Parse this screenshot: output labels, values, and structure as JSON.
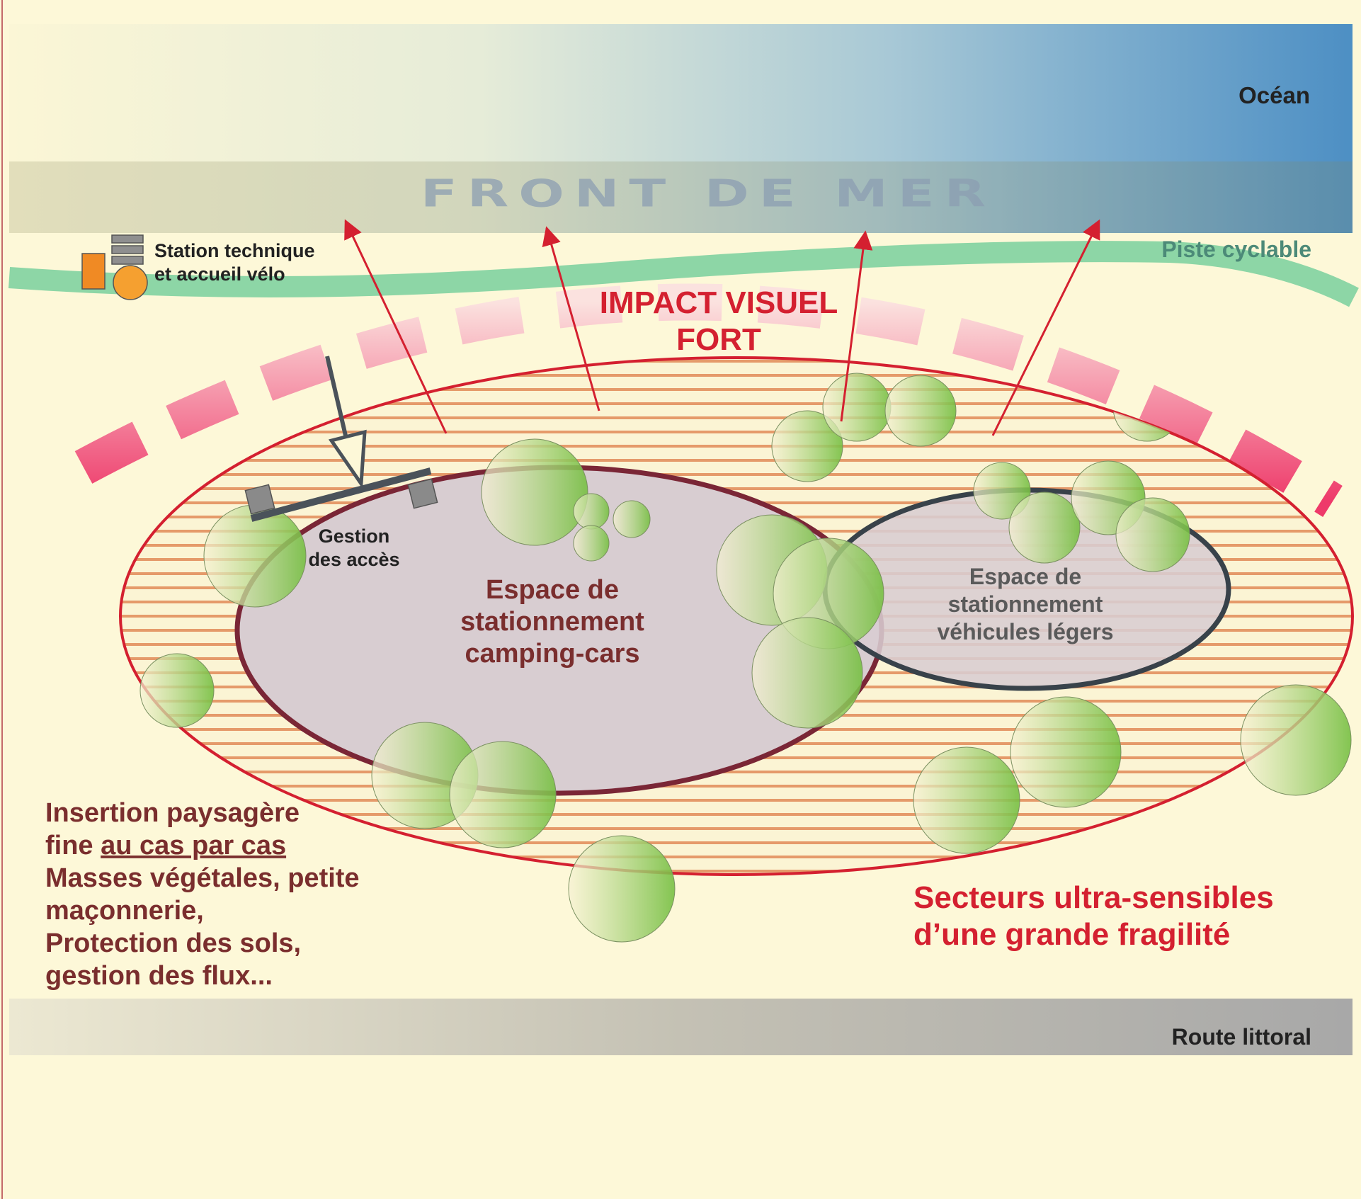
{
  "labels": {
    "ocean": "Océan",
    "front_de_mer": "FRONT DE MER",
    "piste_cyclable": "Piste cyclable",
    "station_line1": "Station technique",
    "station_line2": "et accueil vélo",
    "impact_line1": "IMPACT VISUEL",
    "impact_line2": "FORT",
    "gestion_line1": "Gestion",
    "gestion_line2": "des accès",
    "camping_line1": "Espace de",
    "camping_line2": "stationnement",
    "camping_line3": "camping-cars",
    "vl_line1": "Espace de",
    "vl_line2": "stationnement",
    "vl_line3": "véhicules légers",
    "insertion_line1": "Insertion paysagère",
    "insertion_line2_a": "fine ",
    "insertion_line2_b": "au cas par cas",
    "insertion_line3": "Masses végétales, petite",
    "insertion_line4": "maçonnerie,",
    "insertion_line5": "Protection des sols,",
    "insertion_line6": "gestion des flux...",
    "secteurs_line1": "Secteurs ultra-sensibles",
    "secteurs_line2": "d’une grande fragilité",
    "route": "Route littoral"
  },
  "colors": {
    "background": "#fdf8d8",
    "ocean_light": "#f8f2d2",
    "ocean_dark": "#4d8fc4",
    "cycle_path": "#8dd6a6",
    "impact_red": "#d42030",
    "impact_dash": "#ee3a6a",
    "camping_outline": "#7a2636",
    "vl_outline": "#38424a",
    "parking_fill": "#d8cdd1",
    "hatch": "#e59a6a",
    "tree_green": "#7dc24e",
    "text_brown": "#7a2e2e",
    "station_orange": "#f08a24",
    "route_gray": "#aaaaaa"
  }
}
